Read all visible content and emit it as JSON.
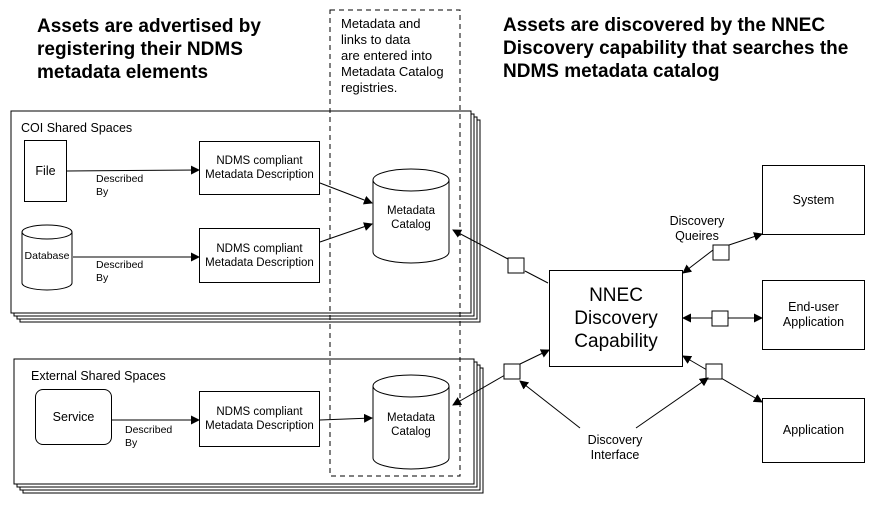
{
  "headings": {
    "left": [
      "Assets are advertised by",
      "registering their NDMS",
      "metadata elements"
    ],
    "right": [
      "Assets are discovered by the NNEC",
      "Discovery capability that searches the",
      "NDMS metadata catalog"
    ]
  },
  "note": [
    "Metadata and",
    "links to data",
    "are entered into",
    "Metadata Catalog",
    "registries."
  ],
  "coi": {
    "title": "COI Shared Spaces",
    "file": "File",
    "database": "Database",
    "described_by": [
      "Described",
      "By"
    ],
    "md1": [
      "NDMS compliant",
      "Metadata Description"
    ],
    "md2": [
      "NDMS compliant",
      "Metadata Description"
    ],
    "catalog": [
      "Metadata",
      "Catalog"
    ]
  },
  "external": {
    "title": "External Shared Spaces",
    "service": "Service",
    "described_by": [
      "Described",
      "By"
    ],
    "md": [
      "NDMS compliant",
      "Metadata Description"
    ],
    "catalog": [
      "Metadata",
      "Catalog"
    ]
  },
  "nnec": [
    "NNEC",
    "Discovery",
    "Capability"
  ],
  "discovery_queries": [
    "Discovery",
    "Queires"
  ],
  "discovery_interface": [
    "Discovery",
    "Interface"
  ],
  "system": "System",
  "enduser": [
    "End-user",
    "Application"
  ],
  "application": "Application"
}
